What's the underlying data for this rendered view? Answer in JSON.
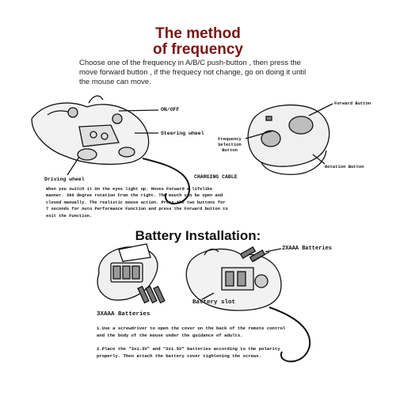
{
  "header": {
    "title_line1": "The method",
    "title_line2": "of frequency",
    "intro_text": "Choose one of the frequency in A/B/C push-button , then press the move forward button , if the frequecy not change, go on doing it until the mouse can move."
  },
  "mouse_labels": {
    "on_off": "ON/OFF",
    "steering_wheel": "Steering wheel",
    "driving_wheel": "Driving wheel",
    "charging_cable": "CHARGING CABLE"
  },
  "remote_labels": {
    "forward_button": "Forward Button",
    "frequency_selection_button": "Frequency Selection Button",
    "rotation_button": "Rotation Button"
  },
  "description": {
    "text": "When you switch it On the eyes light up. Moves Forward a lifelike manner. 360 degree rotation From the right. The mouth can be open and closed manually. The realistic mouse action. Press the two buttons for 7 seconds for Auto Performance Function and press the Forward button to exit the Function."
  },
  "battery_section": {
    "title": "Battery Installation:",
    "label_3xaaa": "3XAAA Batteries",
    "label_2xaaa": "2XAAA Batteries",
    "label_slot": "Battery slot",
    "step1": "1.Use a screwdriver to open the cover on the back of the remote control and the body of the mouse under the guidance of adults.",
    "step2": "2.Place the \"3x1.5V\" and \"2x1.5V\" batteries according to the polarity properly. Then attach the battery cover tightening the screws."
  },
  "colors": {
    "title_red": "#7a1512",
    "ink": "#111111",
    "gray_fill": "#dcdcdc"
  }
}
